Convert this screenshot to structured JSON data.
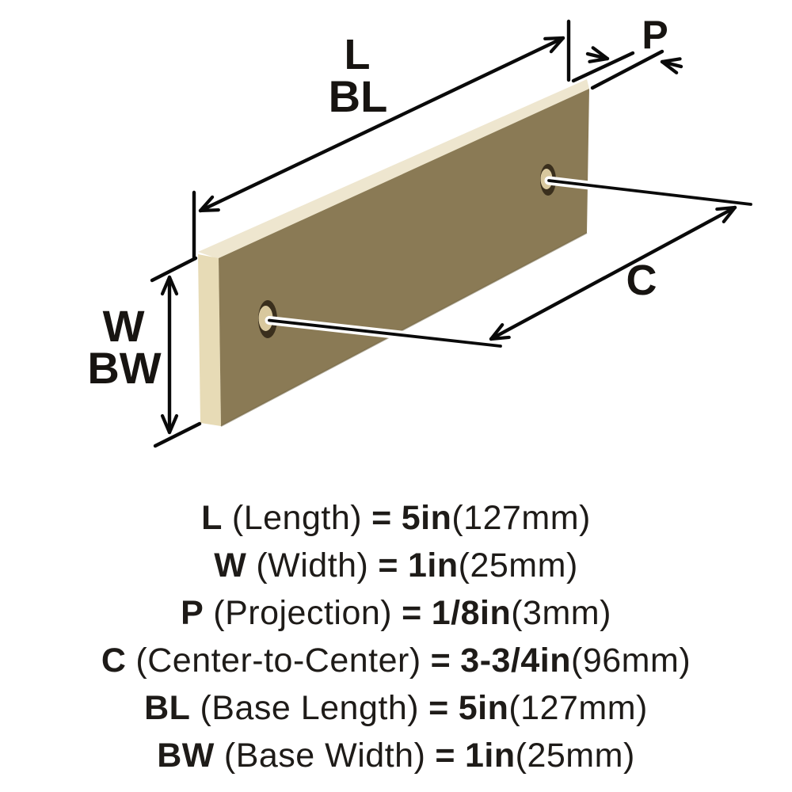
{
  "diagram": {
    "labels": {
      "length": "L",
      "base_length": "BL",
      "projection": "P",
      "center_to_center": "C",
      "width": "W",
      "base_width": "BW"
    },
    "colors": {
      "plate_front": "#8a7a55",
      "plate_edge": "#e7dbb6",
      "plate_top_highlight": "#eee6cf",
      "hole_dark": "#3a2f1d",
      "hole_light": "#d8c89e",
      "dimension_line": "#0a0a0a",
      "text": "#1e1b18",
      "background": "#ffffff"
    }
  },
  "specs": [
    {
      "abbr": "L",
      "label": "(Length)",
      "equals": "=",
      "value": "5in",
      "metric": "(127mm)"
    },
    {
      "abbr": "W",
      "label": "(Width)",
      "equals": "=",
      "value": "1in",
      "metric": "(25mm)"
    },
    {
      "abbr": "P",
      "label": "(Projection)",
      "equals": "=",
      "value": "1/8in",
      "metric": "(3mm)"
    },
    {
      "abbr": "C",
      "label": "(Center-to-Center)",
      "equals": "=",
      "value": "3-3/4in",
      "metric": "(96mm)"
    },
    {
      "abbr": "BL",
      "label": "(Base Length)",
      "equals": "=",
      "value": "5in",
      "metric": "(127mm)"
    },
    {
      "abbr": "BW",
      "label": "(Base Width)",
      "equals": "=",
      "value": "1in",
      "metric": "(25mm)"
    }
  ]
}
